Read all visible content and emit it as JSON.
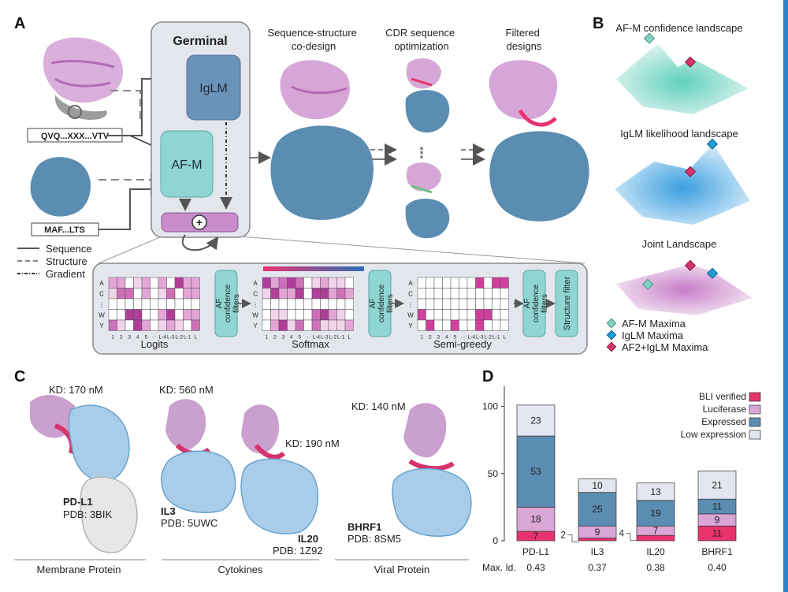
{
  "panels": {
    "a": "A",
    "b": "B",
    "c": "C",
    "d": "D"
  },
  "panel_a": {
    "germinal_title": "Germinal",
    "iglm": "IgLM",
    "afm": "AF-M",
    "plus": "+",
    "seq_antibody": "QVQ...XXX...VTV",
    "seq_target": "MAF...LTS",
    "stage_codesign": [
      "Sequence-structure",
      "co-design"
    ],
    "stage_cdr": [
      "CDR sequence",
      "optimization"
    ],
    "stage_filtered": [
      "Filtered",
      "designs"
    ],
    "legend": [
      "Sequence",
      "Structure",
      "Gradient"
    ],
    "pipeline": {
      "logits": "Logits",
      "softmax": "Softmax",
      "semigreedy": "Semi-greedy",
      "af_filter": [
        "AF",
        "confidence",
        "filters"
      ],
      "structure_filter": "Structure filter",
      "row_labels": [
        "A",
        "C",
        "⋮",
        "W",
        "Y"
      ],
      "col_labels": [
        "1",
        "2",
        "3",
        "4",
        "5",
        "···",
        "L-4",
        "L-3",
        "L-2",
        "L-1",
        "L"
      ]
    }
  },
  "panel_b": {
    "afm_landscape": "AF-M confidence landscape",
    "iglm_landscape": "IgLM likelihood landscape",
    "joint_landscape": "Joint Landscape",
    "legend": [
      "AF-M Maxima",
      "IgLM Maxima",
      "AF2+IgLM Maxima"
    ],
    "colors": {
      "afm": "#7fd3c4",
      "iglm": "#1f9fd8",
      "joint": "#d6336c"
    }
  },
  "panel_c": {
    "pdl1_kd": "KD: 170 nM",
    "pdl1_name": "PD-L1",
    "pdl1_pdb": "PDB: 3BIK",
    "il3_kd": "KD: 560 nM",
    "il3_name": "IL3",
    "il3_pdb": "PDB: 5UWC",
    "il20_kd": "KD: 190 nM",
    "il20_name": "IL20",
    "il20_pdb": "PDB: 1Z92",
    "bhrf1_kd": "KD: 140 nM",
    "bhrf1_name": "BHRF1",
    "bhrf1_pdb": "PDB: 8SM5",
    "group_membrane": "Membrane Protein",
    "group_cytokines": "Cytokines",
    "group_viral": "Viral Protein"
  },
  "chart_data": {
    "type": "bar",
    "stacked": true,
    "categories": [
      "PD-L1",
      "IL3",
      "IL20",
      "BHRF1"
    ],
    "series": [
      {
        "name": "BLI verified",
        "color": "#e8336d",
        "values": [
          7,
          2,
          4,
          11
        ]
      },
      {
        "name": "Luciferase",
        "color": "#d9a6d6",
        "values": [
          18,
          9,
          7,
          9
        ]
      },
      {
        "name": "Expressed",
        "color": "#5b8db2",
        "values": [
          53,
          25,
          19,
          11
        ]
      },
      {
        "name": "Low expression",
        "color": "#e3e6ee",
        "values": [
          23,
          10,
          13,
          21
        ]
      }
    ],
    "ylim": [
      0,
      115
    ],
    "yticks": [
      0,
      50,
      100
    ],
    "legend_position": "top-right",
    "row_label": "Max. Id.",
    "max_identity": [
      "0.43",
      "0.37",
      "0.38",
      "0.40"
    ]
  }
}
